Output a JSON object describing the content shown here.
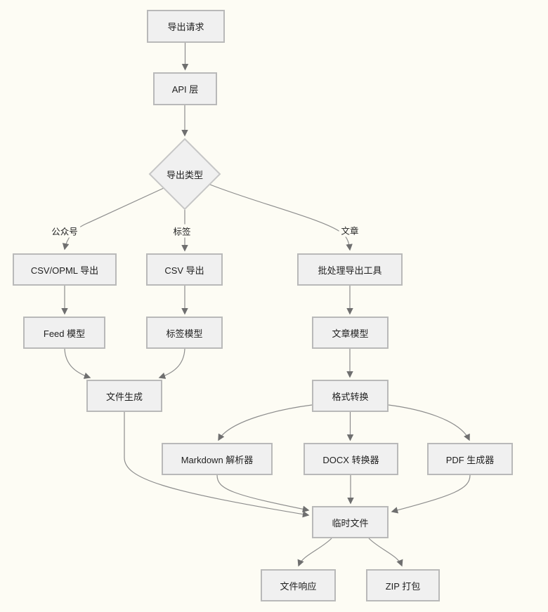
{
  "diagram": {
    "type": "flowchart",
    "nodes": {
      "export_request": {
        "label": "导出请求",
        "shape": "rect"
      },
      "api_layer": {
        "label": "API 层",
        "shape": "rect"
      },
      "export_type": {
        "label": "导出类型",
        "shape": "diamond"
      },
      "csv_opml_export": {
        "label": "CSV/OPML 导出",
        "shape": "rect"
      },
      "csv_export": {
        "label": "CSV 导出",
        "shape": "rect"
      },
      "batch_export_tool": {
        "label": "批处理导出工具",
        "shape": "rect"
      },
      "feed_model": {
        "label": "Feed 模型",
        "shape": "rect"
      },
      "tag_model": {
        "label": "标签模型",
        "shape": "rect"
      },
      "article_model": {
        "label": "文章模型",
        "shape": "rect"
      },
      "file_generation": {
        "label": "文件生成",
        "shape": "rect"
      },
      "format_conversion": {
        "label": "格式转换",
        "shape": "rect"
      },
      "markdown_parser": {
        "label": "Markdown 解析器",
        "shape": "rect"
      },
      "docx_converter": {
        "label": "DOCX 转换器",
        "shape": "rect"
      },
      "pdf_generator": {
        "label": "PDF 生成器",
        "shape": "rect"
      },
      "temp_file": {
        "label": "临时文件",
        "shape": "rect"
      },
      "file_response": {
        "label": "文件响应",
        "shape": "rect"
      },
      "zip_package": {
        "label": "ZIP 打包",
        "shape": "rect"
      }
    },
    "edge_labels": {
      "public_account": "公众号",
      "tag": "标签",
      "article": "文章"
    },
    "edges": [
      {
        "from": "导出请求",
        "to": "API 层"
      },
      {
        "from": "API 层",
        "to": "导出类型"
      },
      {
        "from": "导出类型",
        "to": "CSV/OPML 导出",
        "label": "公众号"
      },
      {
        "from": "导出类型",
        "to": "CSV 导出",
        "label": "标签"
      },
      {
        "from": "导出类型",
        "to": "批处理导出工具",
        "label": "文章"
      },
      {
        "from": "CSV/OPML 导出",
        "to": "Feed 模型"
      },
      {
        "from": "CSV 导出",
        "to": "标签模型"
      },
      {
        "from": "批处理导出工具",
        "to": "文章模型"
      },
      {
        "from": "Feed 模型",
        "to": "文件生成"
      },
      {
        "from": "标签模型",
        "to": "文件生成"
      },
      {
        "from": "文章模型",
        "to": "格式转换"
      },
      {
        "from": "格式转换",
        "to": "Markdown 解析器"
      },
      {
        "from": "格式转换",
        "to": "DOCX 转换器"
      },
      {
        "from": "格式转换",
        "to": "PDF 生成器"
      },
      {
        "from": "文件生成",
        "to": "临时文件"
      },
      {
        "from": "Markdown 解析器",
        "to": "临时文件"
      },
      {
        "from": "DOCX 转换器",
        "to": "临时文件"
      },
      {
        "from": "PDF 生成器",
        "to": "临时文件"
      },
      {
        "from": "临时文件",
        "to": "文件响应"
      },
      {
        "from": "临时文件",
        "to": "ZIP 打包"
      }
    ],
    "colors": {
      "background": "#fdfcf4",
      "node_fill": "#f0f0f0",
      "node_border": "#b9b9b9",
      "edge_line": "#8d8d8d",
      "arrowhead": "#6f6f6f",
      "text": "#1f1f1f"
    }
  }
}
